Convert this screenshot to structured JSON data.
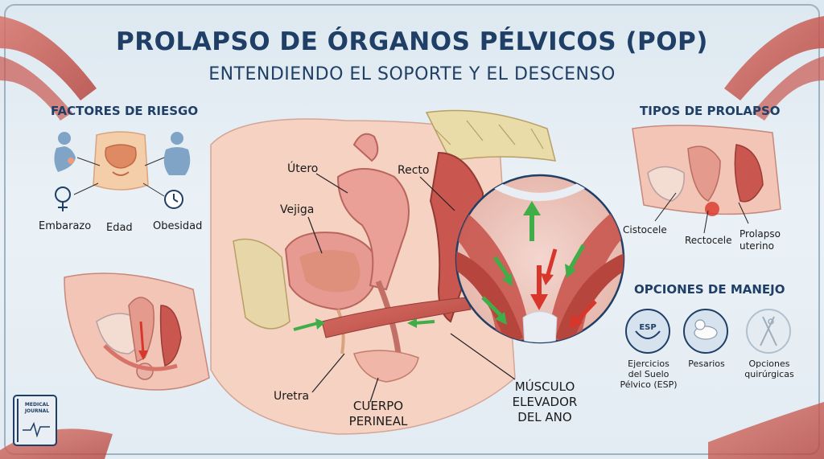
{
  "title": "PROLAPSO DE ÓRGANOS PÉLVICOS (POP)",
  "subtitle": "ENTENDIENDO EL SOPORTE Y EL DESCENSO",
  "risk_factors": {
    "heading": "FACTORES DE RIESGO",
    "items": [
      "Embarazo",
      "Edad",
      "Obesidad"
    ]
  },
  "anatomy": {
    "labels": {
      "utero": "Útero",
      "recto": "Recto",
      "vejiga": "Vejiga",
      "uretra": "Uretra",
      "cuerpo_perineal": "CUERPO PERINEAL",
      "musculo": "MÚSCULO ELEVADOR DEL ANO"
    }
  },
  "prolapse_types": {
    "heading": "TIPOS DE PROLAPSO",
    "items": [
      "Cistocele",
      "Rectocele",
      "Prolapso uterino"
    ]
  },
  "management": {
    "heading": "OPCIONES DE MANEJO",
    "items": [
      "Ejercicios del Suelo Pélvico (ESP)",
      "Pesarios",
      "Opciones quirúrgicas"
    ],
    "esp_badge": "ESP"
  },
  "logo": "MEDICAL JOURNAL",
  "colors": {
    "title": "#1f3f66",
    "muscle": "#c9574f",
    "organ": "#e79a92",
    "arrow_green": "#3fae49",
    "arrow_red": "#d9362b"
  }
}
